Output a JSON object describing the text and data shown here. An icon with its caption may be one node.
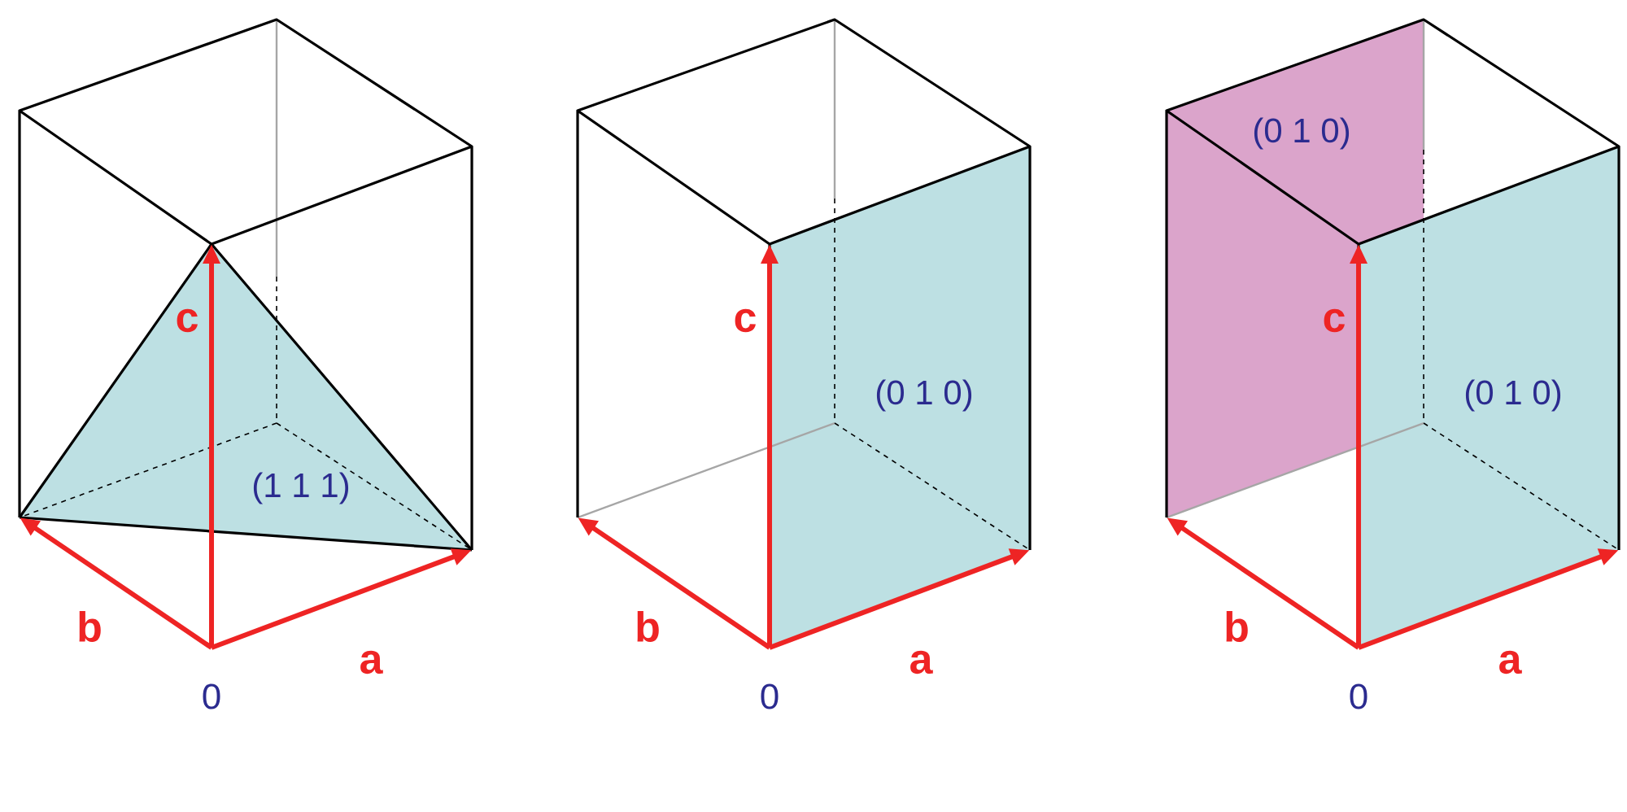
{
  "diagram": {
    "labels": [
      "c",
      "(1 1 1)",
      "b",
      "0",
      "a",
      "c",
      "(0 1 0)",
      "b",
      "0",
      "a",
      "(0 1 0)",
      "c",
      "(0 1 0)",
      "b",
      "0",
      "a"
    ]
  }
}
